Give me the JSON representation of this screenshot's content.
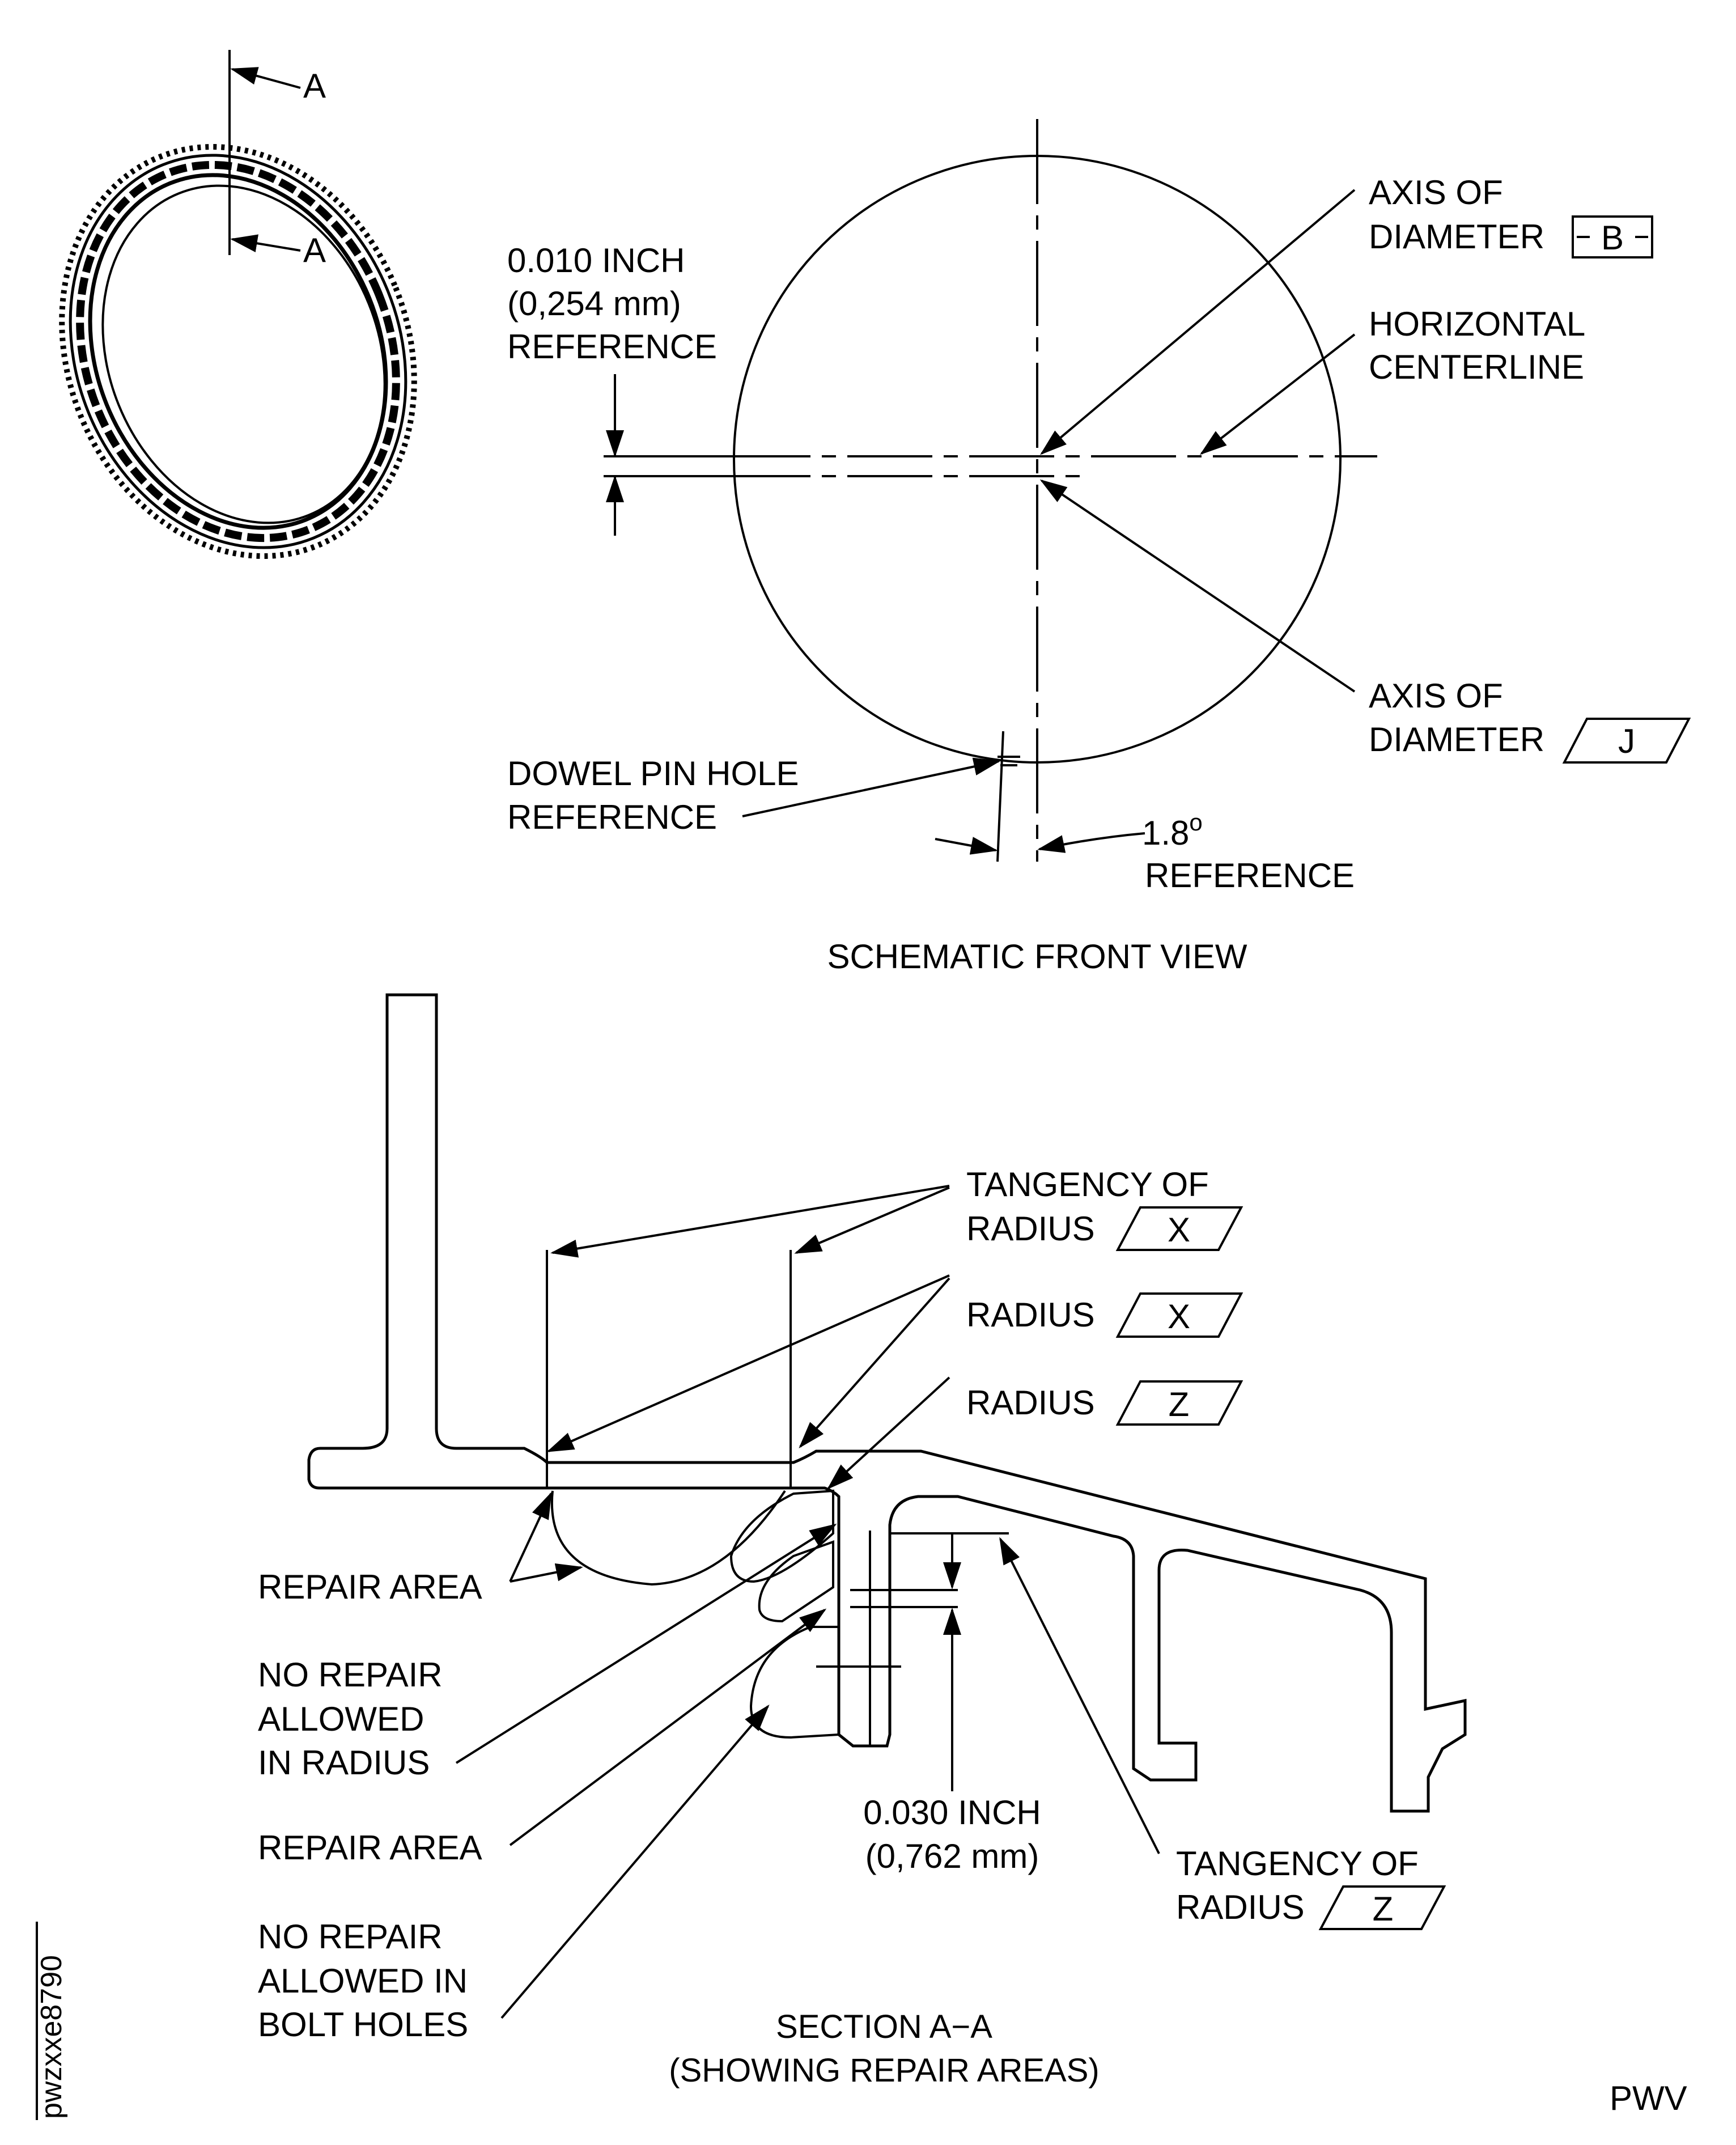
{
  "section_marks": {
    "upper": "A",
    "lower": "A"
  },
  "front_view": {
    "title": "SCHEMATIC FRONT VIEW",
    "offset_dim": {
      "line1": "0.010 INCH",
      "line2": "(0,254 mm)",
      "line3": "REFERENCE"
    },
    "axis_b": {
      "line1": "AXIS OF",
      "line2": "DIAMETER",
      "datum": "B"
    },
    "horizontal_centerline": {
      "line1": "HORIZONTAL",
      "line2": "CENTERLINE"
    },
    "axis_j": {
      "line1": "AXIS OF",
      "line2": "DIAMETER",
      "datum": "J"
    },
    "dowel_pin": {
      "line1": "DOWEL PIN HOLE",
      "line2": "REFERENCE"
    },
    "angle": {
      "value": "1.8",
      "unit": "o",
      "label": "REFERENCE"
    }
  },
  "section_view": {
    "title": {
      "line1": "SECTION A−A",
      "line2": "(SHOWING REPAIR AREAS)"
    },
    "tangency_x": {
      "line1": "TANGENCY OF",
      "line2": "RADIUS",
      "datum": "X"
    },
    "radius_x": {
      "label": "RADIUS",
      "datum": "X"
    },
    "radius_z": {
      "label": "RADIUS",
      "datum": "Z"
    },
    "repair_area_1": "REPAIR AREA",
    "no_repair_radius": {
      "line1": "NO REPAIR",
      "line2": "ALLOWED",
      "line3": "IN RADIUS"
    },
    "repair_area_2": "REPAIR AREA",
    "no_repair_bolt": {
      "line1": "NO REPAIR",
      "line2": "ALLOWED IN",
      "line3": "BOLT HOLES"
    },
    "dim": {
      "line1": "0.030 INCH",
      "line2": "(0,762 mm)"
    },
    "tangency_z": {
      "line1": "TANGENCY OF",
      "line2": "RADIUS",
      "datum": "Z"
    }
  },
  "figure_id": "pwzxxe8790",
  "corner_mark": "PWV"
}
